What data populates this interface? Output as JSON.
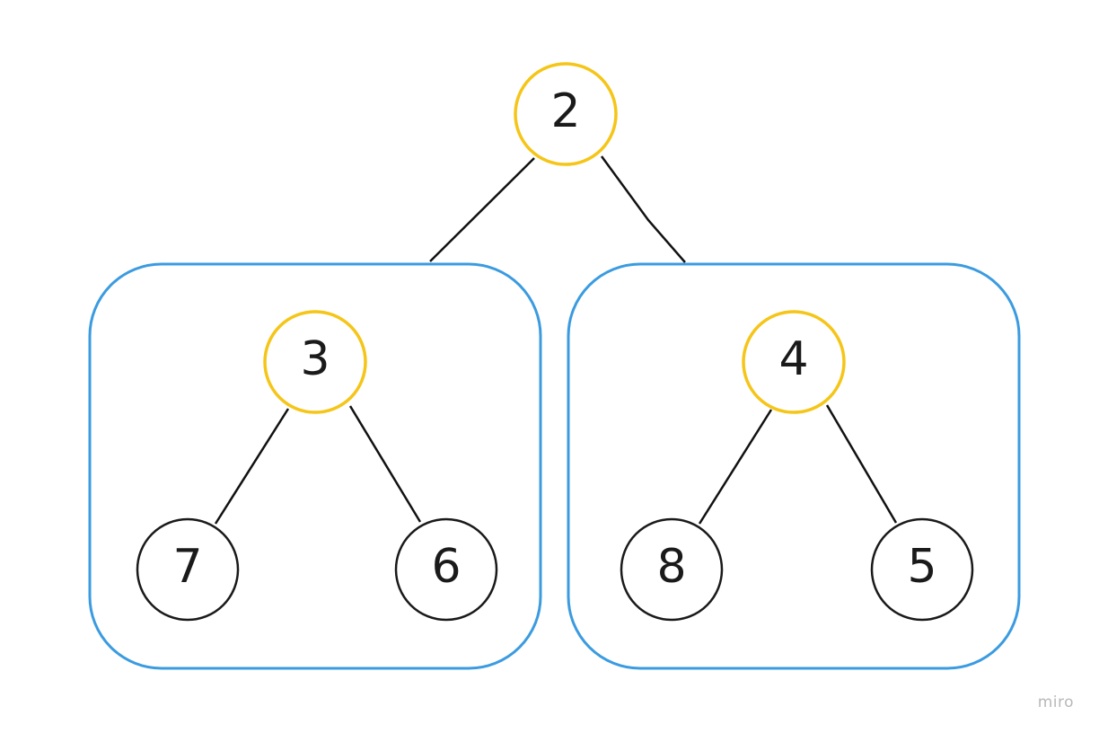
{
  "colors": {
    "highlight_node": "#f5c518",
    "plain_node": "#1a1a1a",
    "group_border": "#3b9be0",
    "edge": "#111111",
    "watermark": "#b8b8b8"
  },
  "tree": {
    "root": {
      "value": "2",
      "highlighted": true
    },
    "left_subtree": {
      "root": {
        "value": "3",
        "highlighted": true
      },
      "left": {
        "value": "7",
        "highlighted": false
      },
      "right": {
        "value": "6",
        "highlighted": false
      }
    },
    "right_subtree": {
      "root": {
        "value": "4",
        "highlighted": true
      },
      "left": {
        "value": "8",
        "highlighted": false
      },
      "right": {
        "value": "5",
        "highlighted": false
      }
    }
  },
  "watermark": "miro"
}
